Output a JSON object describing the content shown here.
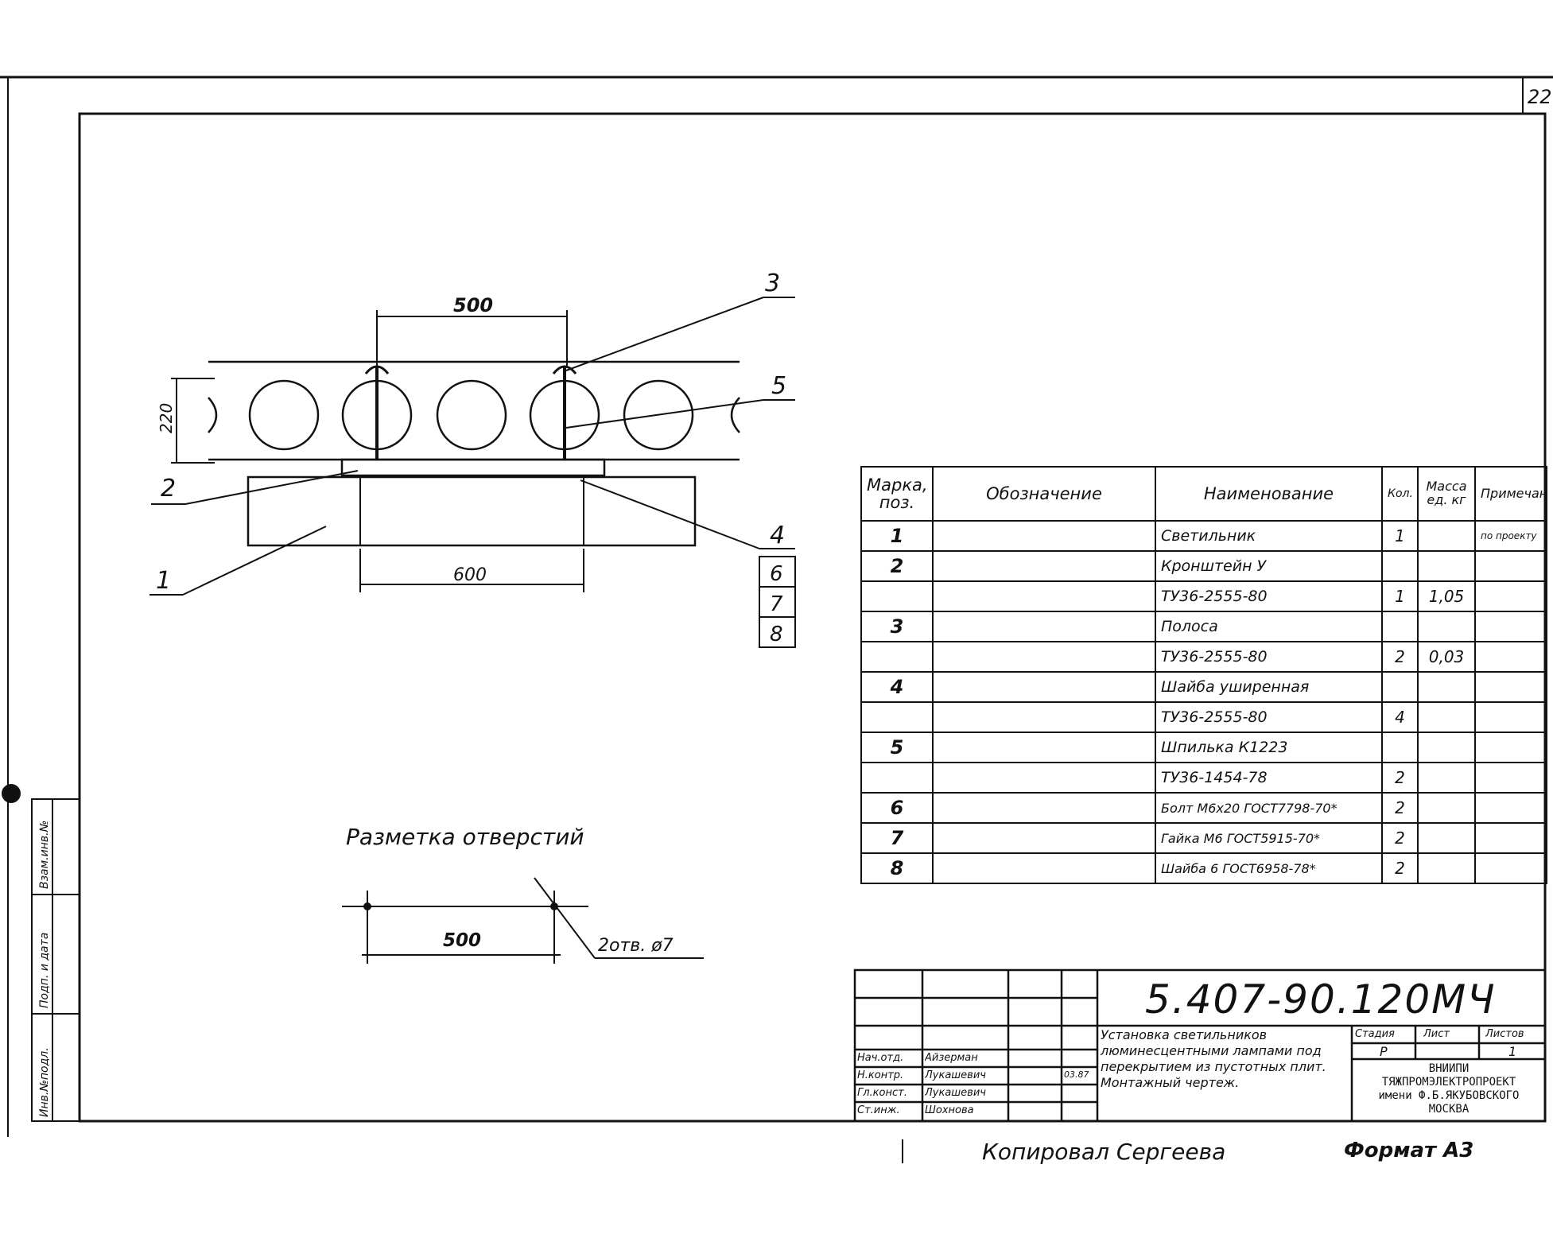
{
  "sheet": {
    "page_number": "22",
    "format_label": "Формат А3",
    "copied_label": "Копировал Сергеева"
  },
  "drawing": {
    "callouts": [
      "1",
      "2",
      "3",
      "4",
      "5"
    ],
    "callout_stack": [
      "6",
      "7",
      "8"
    ],
    "dim_top": "500",
    "dim_bottom": "600",
    "dim_height": "220"
  },
  "marking": {
    "title": "Разметка отверстий",
    "dim": "500",
    "holes_note": "2отв. ø7"
  },
  "side_stamp": {
    "labels": [
      "Инв.№подл.",
      "Подп. и дата",
      "Взам.инв.№"
    ]
  },
  "spec_table": {
    "headers": [
      "Марка, поз.",
      "Обозначение",
      "Наименование",
      "Кол.",
      "Масса ед. кг",
      "Примечание"
    ],
    "rows": [
      {
        "pos": "1",
        "designation": "",
        "name": "Светильник",
        "qty": "1",
        "mass": "",
        "note": "по проекту"
      },
      {
        "pos": "2",
        "designation": "",
        "name": "Кронштейн У",
        "qty": "",
        "mass": "",
        "note": ""
      },
      {
        "pos": "",
        "designation": "",
        "name": "ТУ36-2555-80",
        "qty": "1",
        "mass": "1,05",
        "note": ""
      },
      {
        "pos": "3",
        "designation": "",
        "name": "Полоса",
        "qty": "",
        "mass": "",
        "note": ""
      },
      {
        "pos": "",
        "designation": "",
        "name": "ТУ36-2555-80",
        "qty": "2",
        "mass": "0,03",
        "note": ""
      },
      {
        "pos": "4",
        "designation": "",
        "name": "Шайба уширенная",
        "qty": "",
        "mass": "",
        "note": ""
      },
      {
        "pos": "",
        "designation": "",
        "name": "ТУ36-2555-80",
        "qty": "4",
        "mass": "",
        "note": ""
      },
      {
        "pos": "5",
        "designation": "",
        "name": "Шпилька К1223",
        "qty": "",
        "mass": "",
        "note": ""
      },
      {
        "pos": "",
        "designation": "",
        "name": "ТУ36-1454-78",
        "qty": "2",
        "mass": "",
        "note": ""
      },
      {
        "pos": "6",
        "designation": "",
        "name": "Болт М6х20 ГОСТ7798-70*",
        "qty": "2",
        "mass": "",
        "note": ""
      },
      {
        "pos": "7",
        "designation": "",
        "name": "Гайка М6 ГОСТ5915-70*",
        "qty": "2",
        "mass": "",
        "note": ""
      },
      {
        "pos": "8",
        "designation": "",
        "name": "Шайба 6 ГОСТ6958-78*",
        "qty": "2",
        "mass": "",
        "note": ""
      }
    ]
  },
  "title_block": {
    "doc_code": "5.407-90.120МЧ",
    "title_text": "Установка светильников люминесцентными лампами под перекрытием из пустотных плит. Монтажный чертеж.",
    "stage_header": "Стадия",
    "sheet_header": "Лист",
    "sheets_header": "Листов",
    "stage_value": "Р",
    "sheets_value": "1",
    "org_line1": "ВНИИПИ",
    "org_line2": "ТЯЖПРОМЭЛЕКТРОПРОЕКТ",
    "org_line3": "имени Ф.Б.ЯКУБОВСКОГО",
    "org_line4": "МОСКВА",
    "people": [
      {
        "role": "Нач.отд.",
        "name": "Айзерман"
      },
      {
        "role": "Н.контр.",
        "name": "Лукашевич"
      },
      {
        "role": "Гл.конст.",
        "name": "Лукашевич"
      },
      {
        "role": "Ст.инж.",
        "name": "Шохнова"
      }
    ],
    "date": "03.87"
  }
}
